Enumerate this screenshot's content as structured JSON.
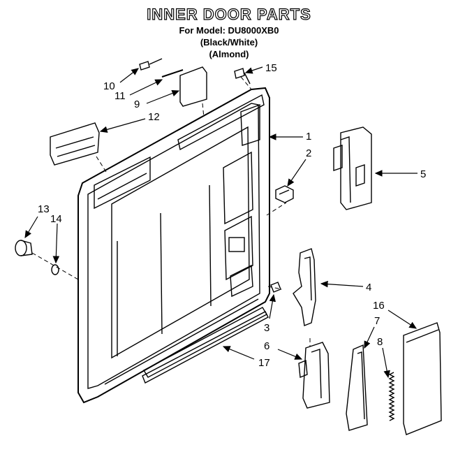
{
  "header": {
    "title": "INNER DOOR PARTS",
    "model": "For Model: DU8000XB0",
    "variant": "(Black/White)",
    "color": "(Almond)"
  },
  "callouts": [
    "1",
    "2",
    "3",
    "4",
    "5",
    "6",
    "7",
    "8",
    "9",
    "10",
    "11",
    "12",
    "13",
    "14",
    "15",
    "16",
    "17"
  ]
}
